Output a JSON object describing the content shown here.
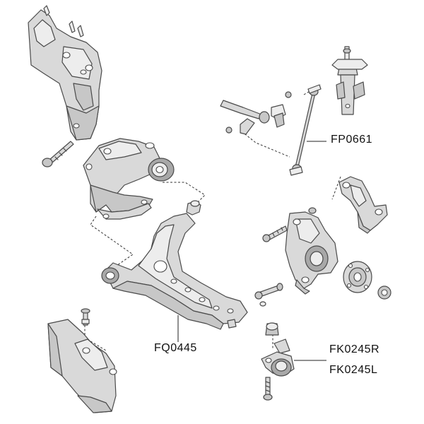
{
  "callouts": {
    "stabilizer_link": "FP0661",
    "control_arm": "FQ0445",
    "ball_joint_right": "FK0245R",
    "ball_joint_left": "FK0245L"
  }
}
